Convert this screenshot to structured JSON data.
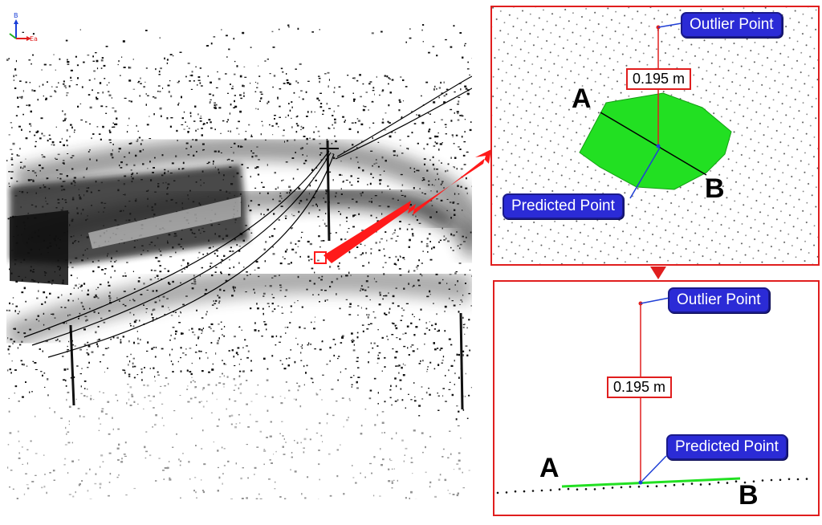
{
  "axis_gizmo": {
    "up_label": "B",
    "right_label": "Ea"
  },
  "top_panel": {
    "outlier_label": "Outlier Point",
    "predicted_label": "Predicted Point",
    "distance_label": "0.195 m",
    "endpoint_a": "A",
    "endpoint_b": "B"
  },
  "bottom_panel": {
    "outlier_label": "Outlier Point",
    "predicted_label": "Predicted Point",
    "distance_label": "0.195 m",
    "endpoint_a": "A",
    "endpoint_b": "B"
  },
  "colors": {
    "panel_border": "#e01e1e",
    "arrow": "#ff1a1a",
    "surface_fill": "#22e022",
    "callout_fill": "#2b2bd6",
    "pointer_line": "#1f3fd6",
    "measure_line": "#e01e1e"
  }
}
